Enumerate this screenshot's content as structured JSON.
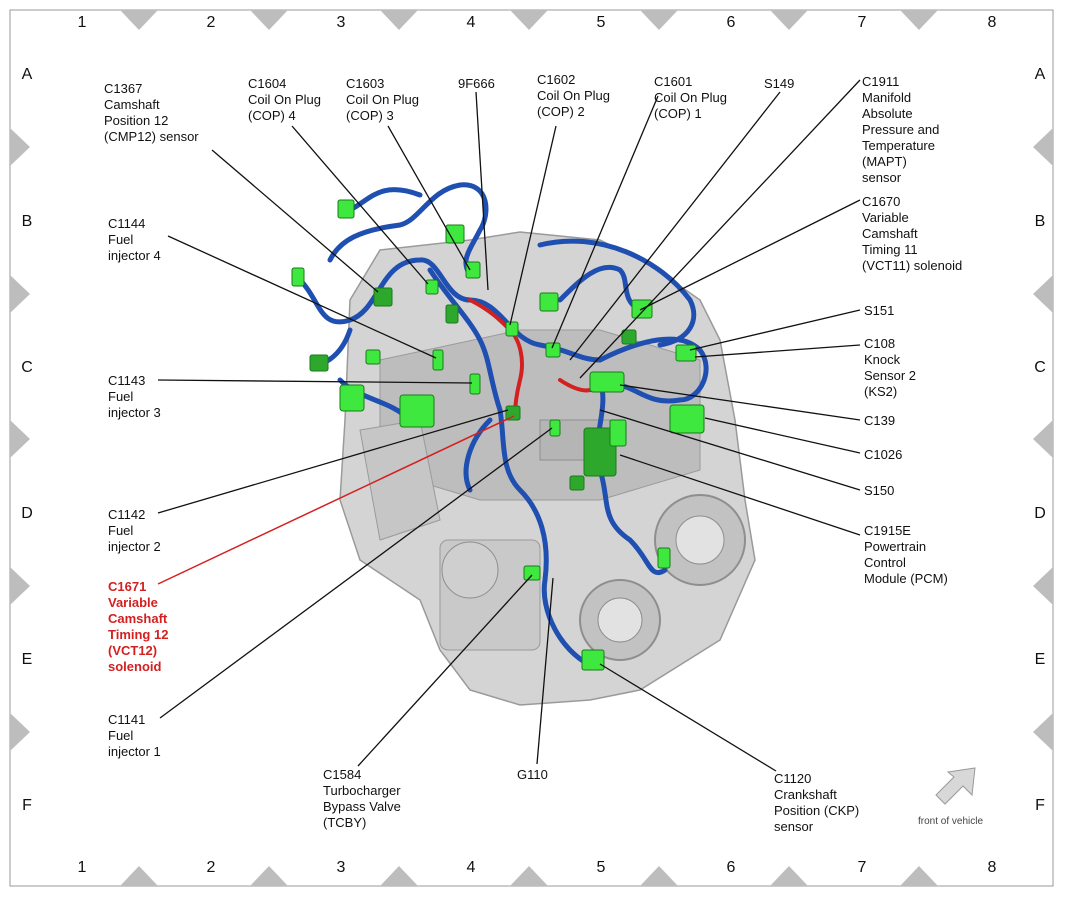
{
  "grid": {
    "columns": [
      "1",
      "2",
      "3",
      "4",
      "5",
      "6",
      "7",
      "8"
    ],
    "rows": [
      "A",
      "B",
      "C",
      "D",
      "E",
      "F"
    ]
  },
  "labels": {
    "c1367": "C1367\nCamshaft\nPosition 12\n(CMP12) sensor",
    "c1604": "C1604\nCoil On Plug\n(COP) 4",
    "c1603": "C1603\nCoil On Plug\n(COP) 3",
    "f9f666": "9F666",
    "c1602": "C1602\nCoil On Plug\n(COP) 2",
    "c1601": "C1601\nCoil On Plug\n(COP) 1",
    "s149": "S149",
    "c1911": "C1911\nManifold\nAbsolute\nPressure and\nTemperature\n(MAPT)\nsensor",
    "c1670": "C1670\nVariable\nCamshaft\nTiming 11\n(VCT11) solenoid",
    "s151": "S151",
    "c108": "C108\nKnock\nSensor 2\n(KS2)",
    "c139": "C139",
    "c1026": "C1026",
    "s150": "S150",
    "c1915e": "C1915E\nPowertrain\nControl\nModule (PCM)",
    "c1144": "C1144\nFuel\ninjector 4",
    "c1143": "C1143\nFuel\ninjector 3",
    "c1142": "C1142\nFuel\ninjector 2",
    "c1671": "C1671\nVariable\nCamshaft\nTiming 12\n(VCT12)\nsolenoid",
    "c1141": "C1141\nFuel\ninjector 1",
    "c1584": "C1584\nTurbocharger\nBypass Valve\n(TCBY)",
    "g110": "G110",
    "c1120": "C1120\nCrankshaft\nPosition (CKP)\nsensor"
  },
  "front_of_vehicle": "front of vehicle",
  "colors": {
    "highlight": "#d42020",
    "harness": "#1f4fb0",
    "connector": "#3ee83e",
    "engine": "#c8c8c8",
    "marker": "#bdbdbd"
  }
}
